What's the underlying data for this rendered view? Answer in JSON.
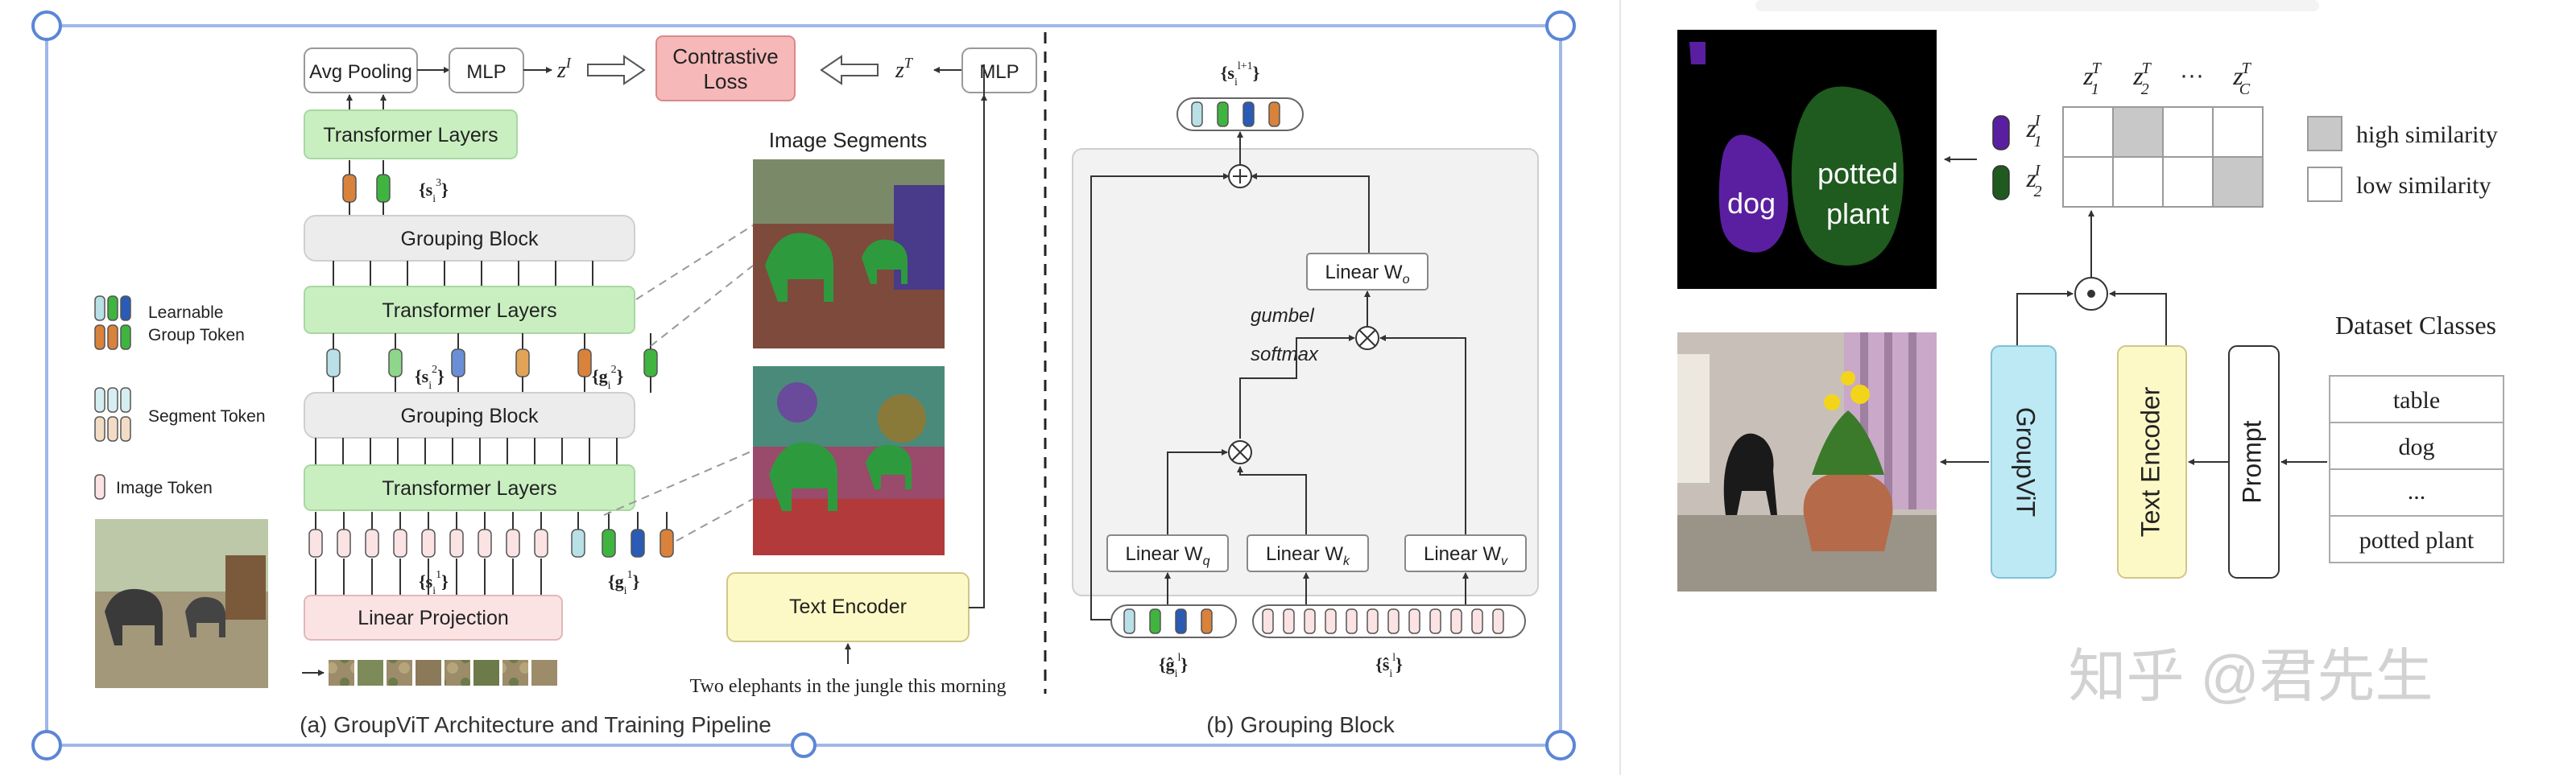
{
  "left": {
    "avg_pooling": "Avg Pooling",
    "mlp_img": "MLP",
    "mlp_txt": "MLP",
    "z_img": "z",
    "z_img_sup": "I",
    "z_txt": "z",
    "z_txt_sup": "T",
    "contrastive_l1": "Contrastive",
    "contrastive_l2": "Loss",
    "transformer_layers": "Transformer Layers",
    "grouping_block": "Grouping Block",
    "linear_projection": "Linear Projection",
    "s3": "{s",
    "s3_sup": "3",
    "s2": "{s",
    "s2_sup": "2",
    "g2": "{g",
    "g2_sup": "2",
    "s1": "{s",
    "s1_sup": "1",
    "g1": "{g",
    "g1_sup": "1",
    "sub_i": "i",
    "close_brace": "}",
    "legend_learnable_l1": "Learnable",
    "legend_learnable_l2": "Group Token",
    "legend_segment": "Segment Token",
    "legend_image": "Image Token",
    "image_segments": "Image Segments",
    "text_encoder": "Text Encoder",
    "caption_text": "Two elephants in the jungle this morning",
    "caption_a": "(a) GroupViT Architecture and Training Pipeline"
  },
  "middle": {
    "s_out": "{s",
    "s_out_sup": "l+1",
    "linear_o": "Linear W",
    "o_sub": "o",
    "gumbel": "gumbel",
    "softmax": "softmax",
    "linear_q": "Linear W",
    "q_sub": "q",
    "linear_k": "Linear W",
    "k_sub": "k",
    "linear_v": "Linear W",
    "v_sub": "v",
    "g_hat": "{ĝ",
    "s_hat": "{ŝ",
    "sup_l": "l",
    "caption_b": "(b) Grouping Block"
  },
  "right": {
    "dog": "dog",
    "potted_l1": "potted",
    "potted_l2": "plant",
    "z1T": "z",
    "z2T": "z",
    "dots": "···",
    "zCT": "z",
    "sub_1": "1",
    "sub_2": "2",
    "sub_C": "C",
    "sup_T": "T",
    "sup_I": "I",
    "high_similarity": "high similarity",
    "low_similarity": "low similarity",
    "dataset_classes": "Dataset Classes",
    "groupvit": "GroupViT",
    "text_encoder": "Text Encoder",
    "prompt": "Prompt",
    "classes": [
      "table",
      "dog",
      "...",
      "potted plant"
    ],
    "watermark": "知乎 @君先生"
  },
  "colors": {
    "green_box": "#c9efc1",
    "gray_box": "#ececec",
    "pink_box": "#fbe3e3",
    "loss_box": "#f6b8b8",
    "text_encoder": "#fdf9c6",
    "groupvit_box": "#bde9f5",
    "sim_high": "#c8c8c8",
    "frame_blue": "#9fb8e8"
  }
}
